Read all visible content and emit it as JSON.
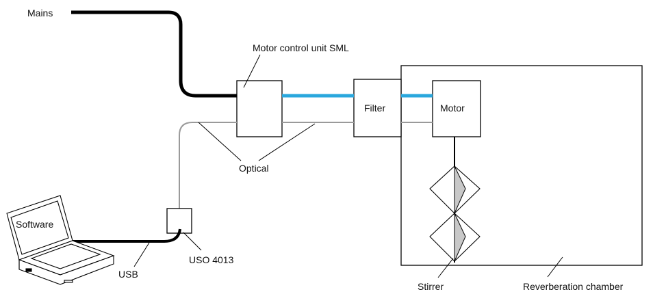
{
  "labels": {
    "mains": "Mains",
    "motor_control_unit": "Motor control unit SML",
    "filter": "Filter",
    "motor": "Motor",
    "optical": "Optical",
    "software": "Software",
    "uso": "USO 4013",
    "usb": "USB",
    "stirrer": "Stirrer",
    "chamber": "Reverberation chamber"
  },
  "colors": {
    "line": "#000000",
    "optical_fiber": "#9a9a9a",
    "power_link": "#29a7dd",
    "stirrer_fill": "#c8c8c8"
  }
}
